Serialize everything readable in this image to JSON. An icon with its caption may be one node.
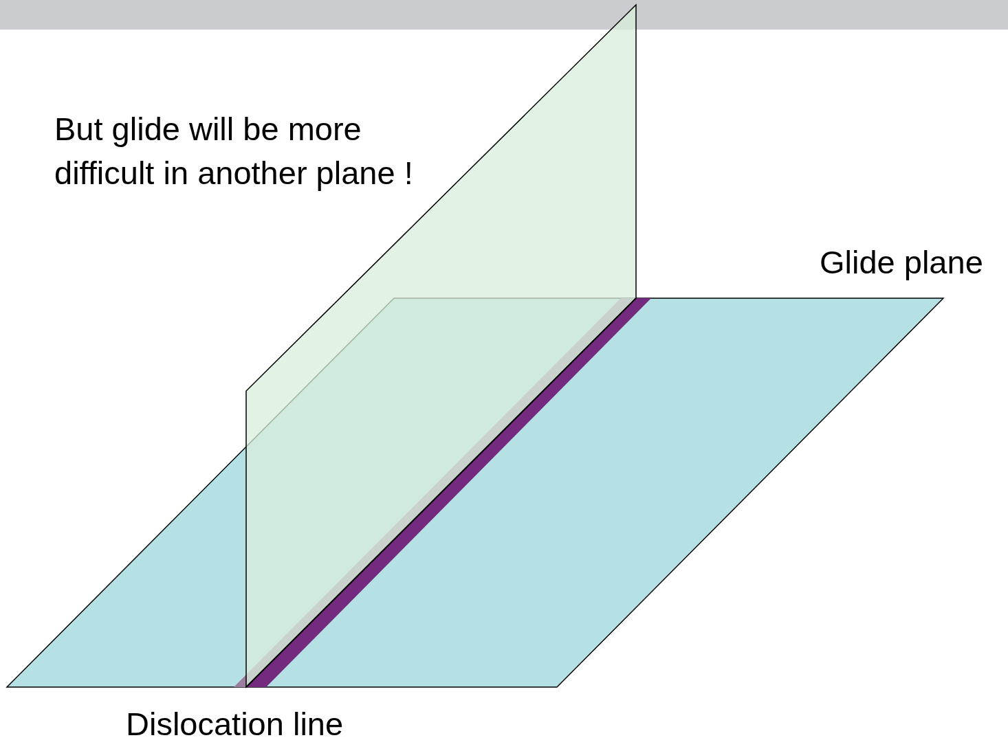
{
  "diagram": {
    "labels": [
      "But glide will be more difficult in another plane !",
      "Glide plane",
      "Dislocation line"
    ]
  }
}
